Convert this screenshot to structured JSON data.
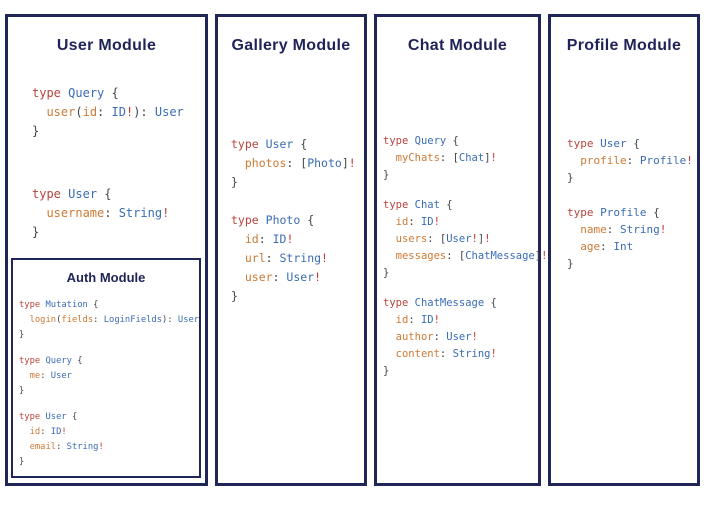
{
  "colors": {
    "border": "#212659",
    "title": "#1f2357",
    "keyword": "#b8443c",
    "type": "#3a6cb4",
    "field": "#cd7a35",
    "punct": "#42454a",
    "bang": "#c03b35"
  },
  "panels": [
    {
      "title": "User Module",
      "blocks": [
        [
          [
            [
              "k",
              "type"
            ],
            [
              "p",
              " "
            ],
            [
              "t",
              "Query"
            ],
            [
              "p",
              " {"
            ]
          ],
          [
            [
              "p",
              "  "
            ],
            [
              "f",
              "user"
            ],
            [
              "p",
              "("
            ],
            [
              "f",
              "id"
            ],
            [
              "p",
              ": "
            ],
            [
              "t",
              "ID"
            ],
            [
              "b",
              "!"
            ],
            [
              "p",
              "): "
            ],
            [
              "t",
              "User"
            ]
          ],
          [
            [
              "p",
              "}"
            ]
          ]
        ],
        [
          [
            [
              "k",
              "type"
            ],
            [
              "p",
              " "
            ],
            [
              "t",
              "User"
            ],
            [
              "p",
              " {"
            ]
          ],
          [
            [
              "p",
              "  "
            ],
            [
              "f",
              "username"
            ],
            [
              "p",
              ": "
            ],
            [
              "t",
              "String"
            ],
            [
              "b",
              "!"
            ]
          ],
          [
            [
              "p",
              "}"
            ]
          ]
        ]
      ],
      "sub_panel": {
        "title": "Auth Module",
        "blocks": [
          [
            [
              [
                "k",
                "type"
              ],
              [
                "p",
                " "
              ],
              [
                "t",
                "Mutation"
              ],
              [
                "p",
                " {"
              ]
            ],
            [
              [
                "p",
                "  "
              ],
              [
                "f",
                "login"
              ],
              [
                "p",
                "("
              ],
              [
                "f",
                "fields"
              ],
              [
                "p",
                ": "
              ],
              [
                "t",
                "LoginFields"
              ],
              [
                "p",
                "): "
              ],
              [
                "t",
                "User"
              ]
            ],
            [
              [
                "p",
                "}"
              ]
            ]
          ],
          [
            [
              [
                "k",
                "type"
              ],
              [
                "p",
                " "
              ],
              [
                "t",
                "Query"
              ],
              [
                "p",
                " {"
              ]
            ],
            [
              [
                "p",
                "  "
              ],
              [
                "f",
                "me"
              ],
              [
                "p",
                ": "
              ],
              [
                "t",
                "User"
              ]
            ],
            [
              [
                "p",
                "}"
              ]
            ]
          ],
          [
            [
              [
                "k",
                "type"
              ],
              [
                "p",
                " "
              ],
              [
                "t",
                "User"
              ],
              [
                "p",
                " {"
              ]
            ],
            [
              [
                "p",
                "  "
              ],
              [
                "f",
                "id"
              ],
              [
                "p",
                ": "
              ],
              [
                "t",
                "ID"
              ],
              [
                "b",
                "!"
              ]
            ],
            [
              [
                "p",
                "  "
              ],
              [
                "f",
                "email"
              ],
              [
                "p",
                ": "
              ],
              [
                "t",
                "String"
              ],
              [
                "b",
                "!"
              ]
            ],
            [
              [
                "p",
                "}"
              ]
            ]
          ]
        ]
      }
    },
    {
      "title": "Gallery Module",
      "blocks": [
        [
          [
            [
              "k",
              "type"
            ],
            [
              "p",
              " "
            ],
            [
              "t",
              "User"
            ],
            [
              "p",
              " {"
            ]
          ],
          [
            [
              "p",
              "  "
            ],
            [
              "f",
              "photos"
            ],
            [
              "p",
              ": ["
            ],
            [
              "t",
              "Photo"
            ],
            [
              "p",
              "]"
            ],
            [
              "b",
              "!"
            ]
          ],
          [
            [
              "p",
              "}"
            ]
          ]
        ],
        [
          [
            [
              "k",
              "type"
            ],
            [
              "p",
              " "
            ],
            [
              "t",
              "Photo"
            ],
            [
              "p",
              " {"
            ]
          ],
          [
            [
              "p",
              "  "
            ],
            [
              "f",
              "id"
            ],
            [
              "p",
              ": "
            ],
            [
              "t",
              "ID"
            ],
            [
              "b",
              "!"
            ]
          ],
          [
            [
              "p",
              "  "
            ],
            [
              "f",
              "url"
            ],
            [
              "p",
              ": "
            ],
            [
              "t",
              "String"
            ],
            [
              "b",
              "!"
            ]
          ],
          [
            [
              "p",
              "  "
            ],
            [
              "f",
              "user"
            ],
            [
              "p",
              ": "
            ],
            [
              "t",
              "User"
            ],
            [
              "b",
              "!"
            ]
          ],
          [
            [
              "p",
              "}"
            ]
          ]
        ]
      ]
    },
    {
      "title": "Chat Module",
      "blocks": [
        [
          [
            [
              "k",
              "type"
            ],
            [
              "p",
              " "
            ],
            [
              "t",
              "Query"
            ],
            [
              "p",
              " {"
            ]
          ],
          [
            [
              "p",
              "  "
            ],
            [
              "f",
              "myChats"
            ],
            [
              "p",
              ": ["
            ],
            [
              "t",
              "Chat"
            ],
            [
              "p",
              "]"
            ],
            [
              "b",
              "!"
            ]
          ],
          [
            [
              "p",
              "}"
            ]
          ]
        ],
        [
          [
            [
              "k",
              "type"
            ],
            [
              "p",
              " "
            ],
            [
              "t",
              "Chat"
            ],
            [
              "p",
              " {"
            ]
          ],
          [
            [
              "p",
              "  "
            ],
            [
              "f",
              "id"
            ],
            [
              "p",
              ": "
            ],
            [
              "t",
              "ID"
            ],
            [
              "b",
              "!"
            ]
          ],
          [
            [
              "p",
              "  "
            ],
            [
              "f",
              "users"
            ],
            [
              "p",
              ": ["
            ],
            [
              "t",
              "User"
            ],
            [
              "b",
              "!"
            ],
            [
              "p",
              "]"
            ],
            [
              "b",
              "!"
            ]
          ],
          [
            [
              "p",
              "  "
            ],
            [
              "f",
              "messages"
            ],
            [
              "p",
              ": ["
            ],
            [
              "t",
              "ChatMessage"
            ],
            [
              "p",
              "]"
            ],
            [
              "b",
              "!"
            ]
          ],
          [
            [
              "p",
              "}"
            ]
          ]
        ],
        [
          [
            [
              "k",
              "type"
            ],
            [
              "p",
              " "
            ],
            [
              "t",
              "ChatMessage"
            ],
            [
              "p",
              " {"
            ]
          ],
          [
            [
              "p",
              "  "
            ],
            [
              "f",
              "id"
            ],
            [
              "p",
              ": "
            ],
            [
              "t",
              "ID"
            ],
            [
              "b",
              "!"
            ]
          ],
          [
            [
              "p",
              "  "
            ],
            [
              "f",
              "author"
            ],
            [
              "p",
              ": "
            ],
            [
              "t",
              "User"
            ],
            [
              "b",
              "!"
            ]
          ],
          [
            [
              "p",
              "  "
            ],
            [
              "f",
              "content"
            ],
            [
              "p",
              ": "
            ],
            [
              "t",
              "String"
            ],
            [
              "b",
              "!"
            ]
          ],
          [
            [
              "p",
              "}"
            ]
          ]
        ]
      ]
    },
    {
      "title": "Profile Module",
      "blocks": [
        [
          [
            [
              "k",
              "type"
            ],
            [
              "p",
              " "
            ],
            [
              "t",
              "User"
            ],
            [
              "p",
              " {"
            ]
          ],
          [
            [
              "p",
              "  "
            ],
            [
              "f",
              "profile"
            ],
            [
              "p",
              ": "
            ],
            [
              "t",
              "Profile"
            ],
            [
              "b",
              "!"
            ]
          ],
          [
            [
              "p",
              "}"
            ]
          ]
        ],
        [
          [
            [
              "k",
              "type"
            ],
            [
              "p",
              " "
            ],
            [
              "t",
              "Profile"
            ],
            [
              "p",
              " {"
            ]
          ],
          [
            [
              "p",
              "  "
            ],
            [
              "f",
              "name"
            ],
            [
              "p",
              ": "
            ],
            [
              "t",
              "String"
            ],
            [
              "b",
              "!"
            ]
          ],
          [
            [
              "p",
              "  "
            ],
            [
              "f",
              "age"
            ],
            [
              "p",
              ": "
            ],
            [
              "t",
              "Int"
            ]
          ],
          [
            [
              "p",
              "}"
            ]
          ]
        ]
      ]
    }
  ]
}
